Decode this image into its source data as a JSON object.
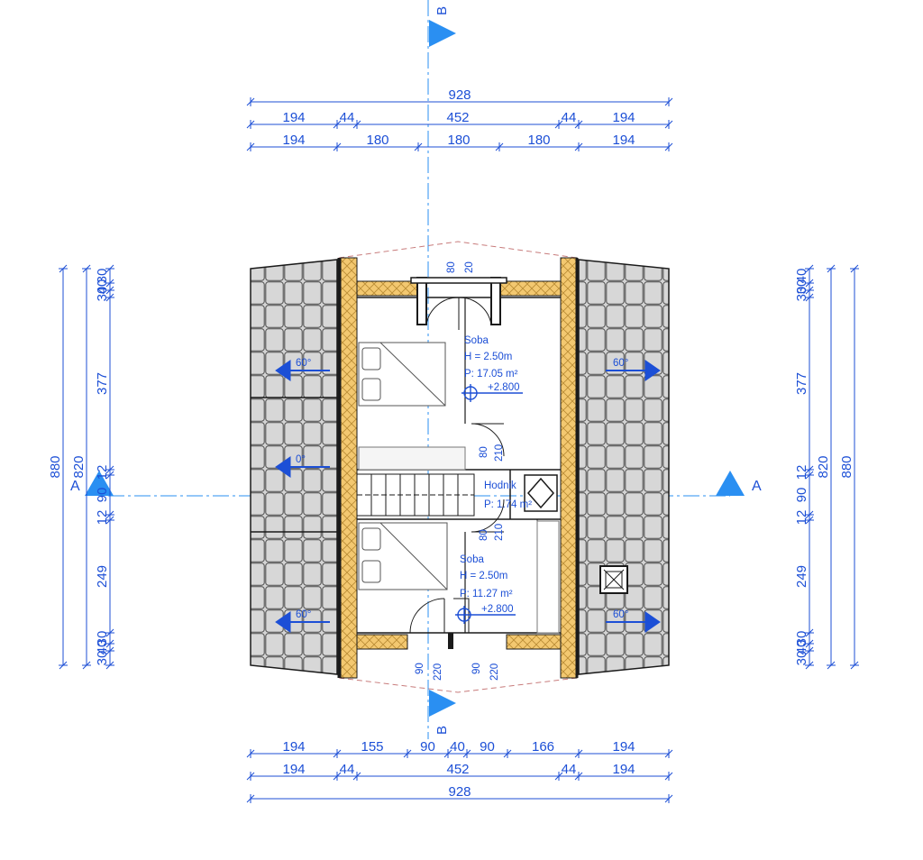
{
  "colors": {
    "dimension": "#1c4fd6",
    "marker": "#2a8ff2",
    "insulation": "#f0c36d",
    "roof_tile": "#d3d3d3",
    "wall": "#1a1a1a"
  },
  "section_markers": {
    "vertical": "B",
    "horizontal": "A"
  },
  "dims_top": {
    "r1": [
      "928"
    ],
    "r2": [
      "194",
      "44",
      "452",
      "44",
      "194"
    ],
    "r3": [
      "194",
      "180",
      "180",
      "180",
      "194"
    ]
  },
  "dims_bottom": {
    "r1": [
      "194",
      "155",
      "90",
      "40",
      "90",
      "166",
      "194"
    ],
    "r2": [
      "194",
      "44",
      "452",
      "44",
      "194"
    ],
    "r3": [
      "928"
    ]
  },
  "dims_left": {
    "outer": "880",
    "mid": "820",
    "inner": [
      "30",
      "40",
      "30",
      "377",
      "12",
      "90",
      "12",
      "249",
      "30",
      "40",
      "30"
    ]
  },
  "dims_right": {
    "outer": "880",
    "mid": "820",
    "inner": [
      "40",
      "30",
      "30",
      "377",
      "12",
      "90",
      "12",
      "249",
      "30",
      "40",
      "30"
    ]
  },
  "openings": {
    "top_window": [
      "80",
      "20"
    ],
    "door_top": [
      "80",
      "210"
    ],
    "door_bottom": [
      "80",
      "210"
    ],
    "bottom_door": [
      "90",
      "220",
      "90",
      "220"
    ]
  },
  "rooms": [
    {
      "name": "Soba",
      "height": "H = 2.50m",
      "area": "P: 17.05 m²",
      "level": "+2.800"
    },
    {
      "name": "Hodnik",
      "area": "P: 1.74 m²"
    },
    {
      "name": "Soba",
      "height": "H = 2.50m",
      "area": "P: 11.27 m²",
      "level": "+2.800"
    }
  ],
  "roof_slopes": [
    "60°",
    "60°",
    "60°",
    "60°",
    "0°"
  ]
}
